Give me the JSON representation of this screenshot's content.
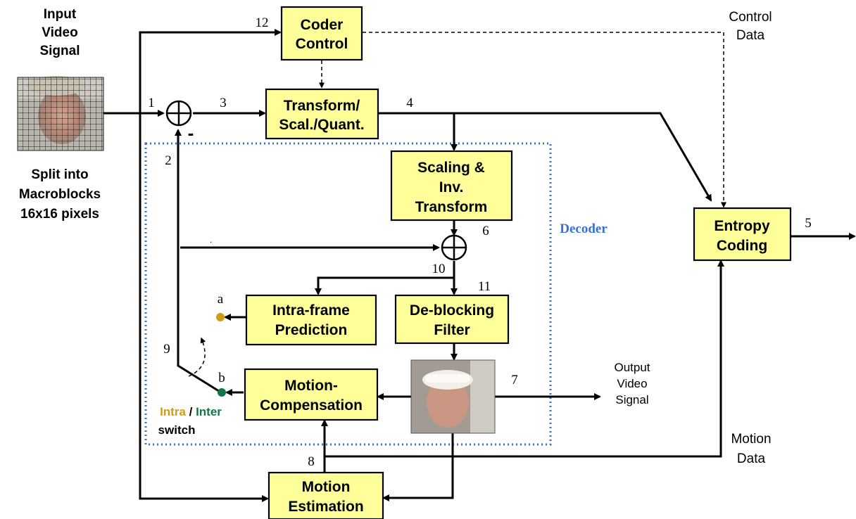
{
  "blocks": {
    "coder_control": [
      "Coder",
      "Control"
    ],
    "transform": [
      "Transform/",
      "Scal./Quant."
    ],
    "scaling": [
      "Scaling &",
      "Inv.",
      "Transform"
    ],
    "entropy": [
      "Entropy",
      "Coding"
    ],
    "intra": [
      "Intra-frame",
      "Prediction"
    ],
    "deblocking": [
      "De-blocking",
      "Filter"
    ],
    "motion_comp": [
      "Motion-",
      "Compensation"
    ],
    "motion_est": [
      "Motion",
      "Estimation"
    ]
  },
  "labels": {
    "input": [
      "Input",
      "Video",
      "Signal"
    ],
    "split": [
      "Split into",
      "Macroblocks",
      "16x16 pixels"
    ],
    "control_data": [
      "Control",
      "Data"
    ],
    "output": [
      "Output",
      "Video",
      "Signal"
    ],
    "motion_data": [
      "Motion",
      "Data"
    ],
    "decoder": "Decoder",
    "minus": "-",
    "switch_a": "a",
    "switch_b": "b",
    "intra": "Intra",
    "slash": " / ",
    "inter": "Inter",
    "switch": "switch",
    "dot": "."
  },
  "numbers": [
    "1",
    "2",
    "3",
    "4",
    "5",
    "6",
    "7",
    "8",
    "9",
    "10",
    "11",
    "12"
  ],
  "colors": {
    "block_fill": "#ffff99",
    "decoder_border": "#3a6fd8",
    "intra": "#d19a1a",
    "inter": "#117744"
  }
}
